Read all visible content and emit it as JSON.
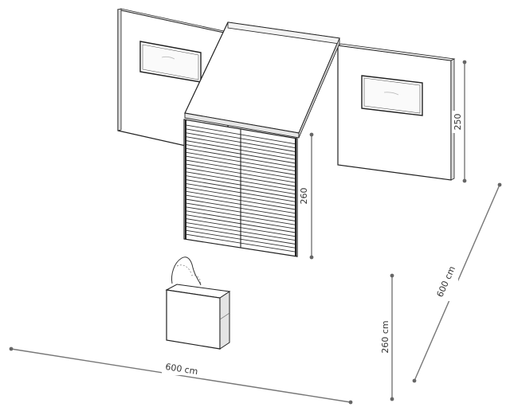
{
  "dimensions": {
    "width_bottom": "600 cm",
    "depth_right": "600 cm",
    "height_front": "260 cm",
    "height_slats": "260",
    "height_wall": "250"
  }
}
